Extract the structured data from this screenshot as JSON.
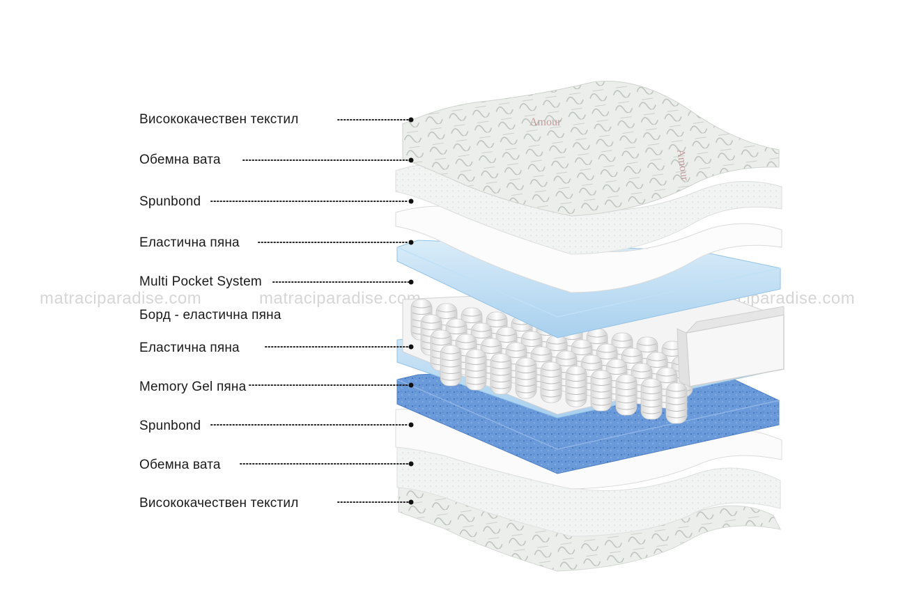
{
  "watermark": "matraciparadise.com",
  "brand_logo_text": "Amour",
  "layers": [
    {
      "label": "Висококачествен текстил"
    },
    {
      "label": "Обемна вата"
    },
    {
      "label": "Spunbond"
    },
    {
      "label": "Еластична пяна"
    },
    {
      "label": "Multi Pocket System"
    },
    {
      "label": "Борд - еластична пяна"
    },
    {
      "label": "Еластична пяна"
    },
    {
      "label": "Memory Gel пяна"
    },
    {
      "label": "Spunbond"
    },
    {
      "label": "Обемна вата"
    },
    {
      "label": "Висококачествен текстил"
    }
  ],
  "colors": {
    "foam_blue_light": "#cfe6f6",
    "foam_blue_mid": "#9fcbec",
    "gel_blue": "#5b8fd4",
    "textile": "#e8ebe8",
    "wadding": "#f1f2f2",
    "spunbond": "#fafafa"
  }
}
